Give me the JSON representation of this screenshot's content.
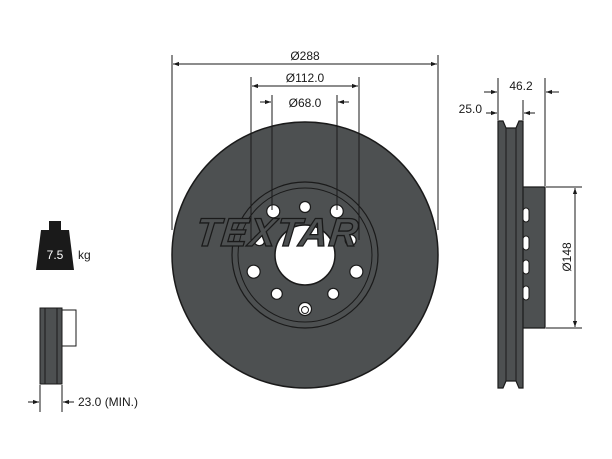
{
  "brand": {
    "logo_text": "TEXTAR"
  },
  "disc": {
    "outer_diameter_label": "Ø288",
    "bolt_circle_label": "Ø112.0",
    "center_bore_label": "Ø68.0",
    "hat_diameter_label": "Ø148",
    "overall_height_label": "46.2",
    "thickness_label": "25.0",
    "min_thickness_label": "23.0 (MIN.)",
    "bolt_holes": 5,
    "threaded_holes": 5,
    "type": "ventilated"
  },
  "weight": {
    "value": "7.5",
    "unit": "kg"
  },
  "colors": {
    "disc_fill": "#4d5051",
    "disc_outline": "#1a1a1a",
    "hole_fill": "#ffffff",
    "logo_fill": "#4d5051",
    "logo_stroke": "#1a1a1a",
    "line": "#1a1a1a"
  },
  "icons": {
    "weight": "weight-icon"
  }
}
